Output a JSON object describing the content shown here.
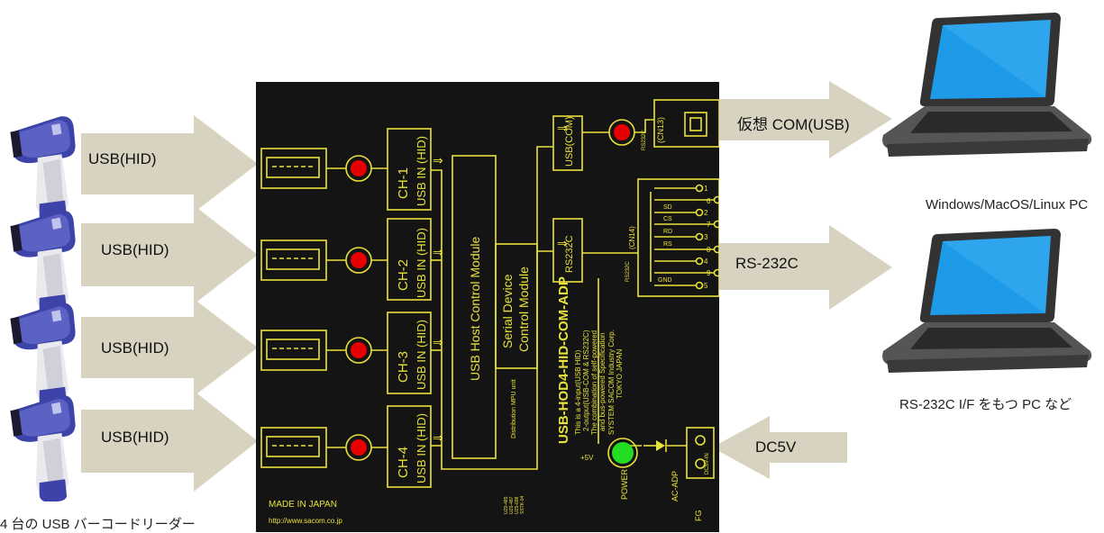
{
  "scanners": {
    "label": "USB(HID)",
    "caption": "4 台の USB バーコードリーダー",
    "count": 4
  },
  "board": {
    "channels": [
      {
        "ch": "CH-1",
        "usb": "USB IN (HID)"
      },
      {
        "ch": "CH-2",
        "usb": "USB IN (HID)"
      },
      {
        "ch": "CH-3",
        "usb": "USB IN (HID)"
      },
      {
        "ch": "CH-4",
        "usb": "USB IN (HID)"
      }
    ],
    "host_module": "USB Host Control Module",
    "serial_module_line1": "Serial Device",
    "serial_module_line2": "Control Module",
    "usb_com": "USB(COM)",
    "rs232c": "RS232C",
    "cn13": "(CN13)",
    "cn14": "(CN14)",
    "rs232c_small": "RS232C",
    "dsub_pins": [
      {
        "left": "SD",
        "num": "2"
      },
      {
        "left": "CS",
        "num": "7"
      },
      {
        "left": "RD",
        "num": "3"
      },
      {
        "left": "RS",
        "num": "8"
      },
      {
        "left": "GND",
        "num": "5"
      }
    ],
    "dsub_extra": [
      "1",
      "6",
      "4",
      "9"
    ],
    "product_name": "USB-HOD4-HID-COM-ADP",
    "desc_lines": [
      "This is a 4-input(USB HID)",
      "2-output(USB-COM & RS232C)",
      "The combination of self-powered",
      "and bus-powered Specification",
      "SYSTEM SACOM Industry Corp.",
      "TOKYO JAPAN"
    ],
    "distribution": "Distribution MPU unit",
    "chip_labels": [
      "UZ0-485",
      "UZ0-487",
      "UZ5-698",
      "SSTK-04"
    ],
    "plus5v": "+5V",
    "power": "POWER",
    "acadp": "AC-ADP",
    "dcin": "DC5V-IN",
    "fg": "FG",
    "made_in": "MADE IN JAPAN",
    "url": "http://www.sacom.co.jp"
  },
  "outputs": {
    "com_label": "仮想 COM(USB)",
    "rs_label": "RS-232C",
    "dc_label": "DC5V",
    "pc1_caption": "Windows/MacOS/Linux PC",
    "pc2_caption": "RS-232C I/F をもつ PC など"
  },
  "colors": {
    "board_bg": "#141414",
    "silkscreen": "#e8e23a",
    "arrow_fill": "#d8d3c0",
    "led_red": "#e60000",
    "led_green": "#22dd22",
    "scanner_blue": "#3d43a8"
  }
}
